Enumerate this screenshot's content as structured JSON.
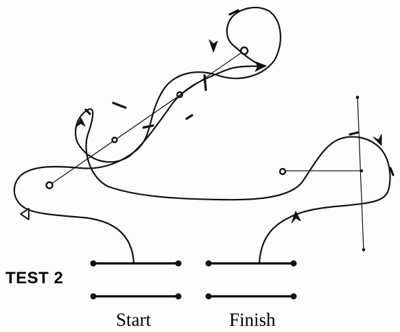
{
  "figure": {
    "test_label": "TEST 2",
    "gates": {
      "start_label": "Start",
      "finish_label": "Finish"
    }
  }
}
